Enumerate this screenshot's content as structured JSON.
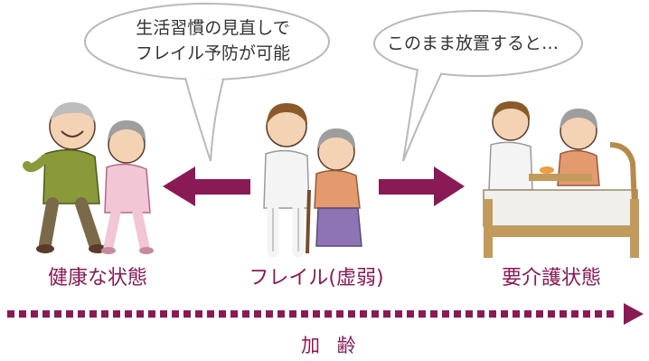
{
  "bubbles": {
    "left": {
      "line1": "生活習慣の見直しで",
      "line2": "フレイル予防が可能"
    },
    "right": {
      "text": "このまま放置すると…"
    }
  },
  "stages": {
    "healthy": "健康な状態",
    "frailty": "フレイル(虚弱)",
    "care": "要介護状態"
  },
  "timeline": {
    "label": "加 齢"
  },
  "colors": {
    "accent": "#8a1a55",
    "bubble_fill": "#ffffff",
    "bubble_stroke": "#b9b9b9"
  }
}
